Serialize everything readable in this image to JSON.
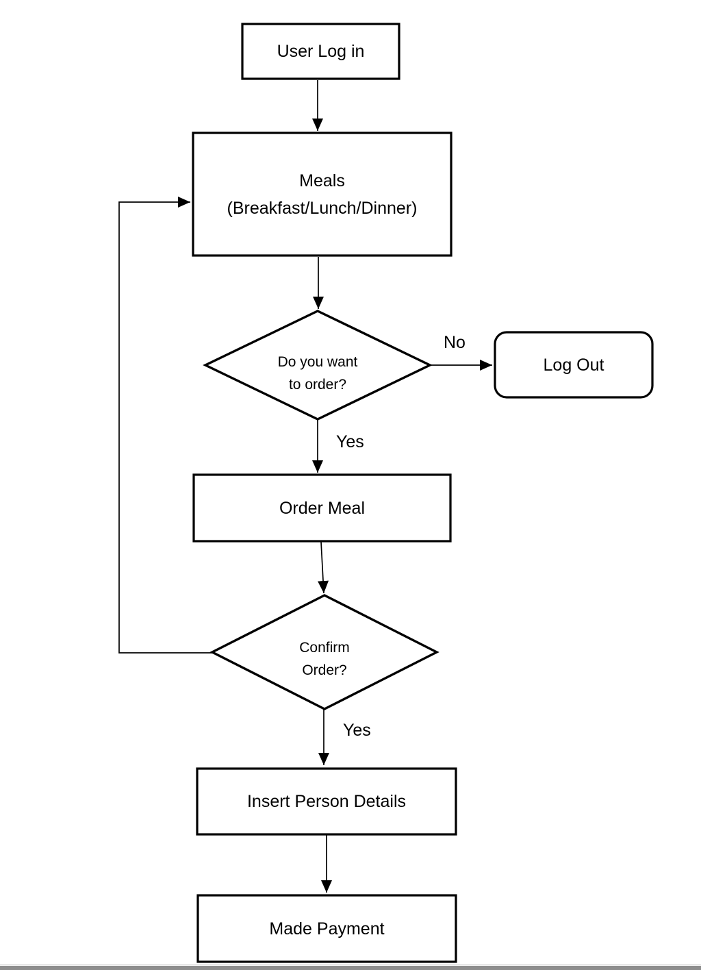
{
  "diagram": {
    "background_color": "#ffffff",
    "stroke_color": "#000000",
    "nodes": {
      "user_login": {
        "label": "User Log in"
      },
      "meals": {
        "line1": "Meals",
        "line2": "(Breakfast/Lunch/Dinner)"
      },
      "order_decision": {
        "line1": "Do you want",
        "line2": "to order?"
      },
      "logout": {
        "label": "Log Out"
      },
      "order_meal": {
        "label": "Order Meal"
      },
      "confirm_order": {
        "line1": "Confirm",
        "line2": "Order?"
      },
      "insert_person_details": {
        "label": "Insert Person Details"
      },
      "made_payment": {
        "label": "Made Payment"
      }
    },
    "edge_labels": {
      "no": "No",
      "yes_after_order_decision": "Yes",
      "yes_after_confirm": "Yes"
    },
    "scrollbar": {
      "track_color": "#f2f2f2",
      "thumb_color": "#8e8e8e"
    }
  }
}
